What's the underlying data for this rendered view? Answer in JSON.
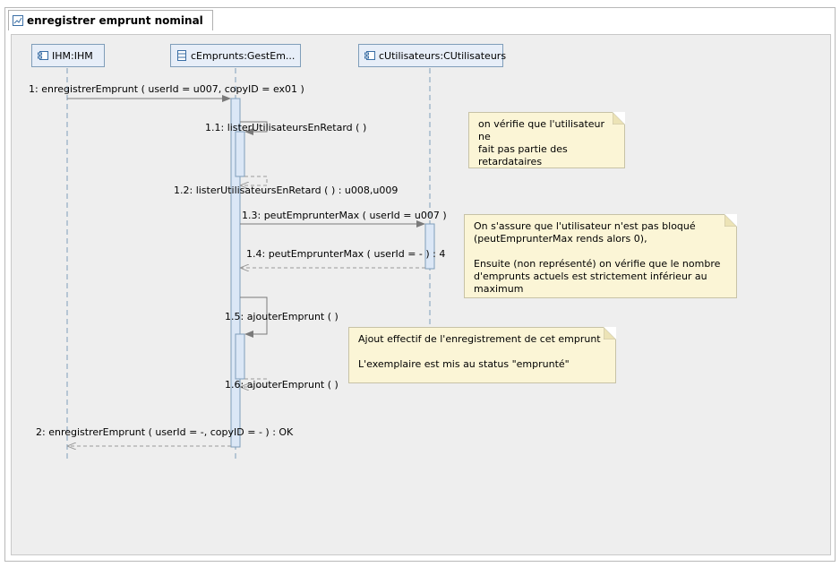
{
  "diagram": {
    "title": "enregistrer emprunt nominal",
    "lifelines": [
      {
        "name": "IHM:IHM"
      },
      {
        "name": "cEmprunts:GestEm..."
      },
      {
        "name": "cUtilisateurs:CUtilisateurs"
      }
    ],
    "messages": [
      {
        "label": "1: enregistrerEmprunt ( userId = u007, copyID = ex01 )"
      },
      {
        "label": "1.1: listerUtilisateursEnRetard (  )"
      },
      {
        "label": "1.2: listerUtilisateursEnRetard (  ) : u008,u009"
      },
      {
        "label": "1.3: peutEmprunterMax ( userId = u007 )"
      },
      {
        "label": "1.4: peutEmprunterMax ( userId = - ) : 4"
      },
      {
        "label": "1.5: ajouterEmprunt (  )"
      },
      {
        "label": "1.6: ajouterEmprunt (  )"
      },
      {
        "label": "2: enregistrerEmprunt ( userId = -, copyID = - ) : OK"
      }
    ],
    "notes": [
      {
        "lines": [
          "on vérifie que l'utilisateur ne",
          "fait pas partie des",
          "retardataires"
        ]
      },
      {
        "lines": [
          "On s'assure que l'utilisateur n'est pas bloqué",
          "(peutEmprunterMax rends alors 0),",
          "",
          "Ensuite (non représenté) on vérifie que le nombre",
          "d'emprunts actuels est strictement inférieur au maximum"
        ]
      },
      {
        "lines": [
          "Ajout effectif de l'enregistrement de cet emprunt",
          "",
          "L'exemplaire est mis au status \"emprunté\""
        ]
      }
    ]
  }
}
